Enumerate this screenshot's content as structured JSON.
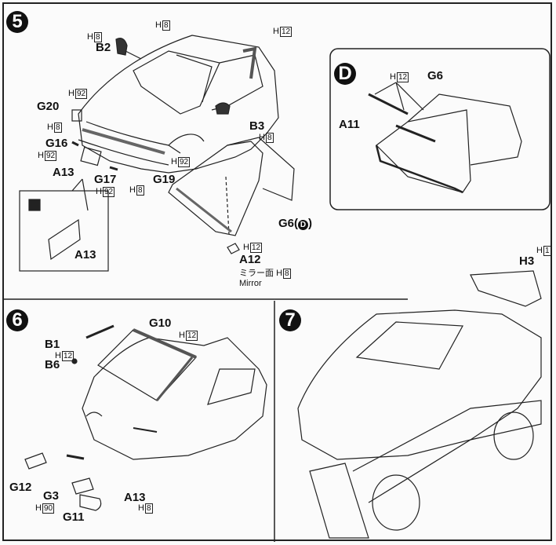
{
  "step5": {
    "number": "5",
    "parts": {
      "b2": "B2",
      "g20": "G20",
      "g16": "G16",
      "a13": "A13",
      "g17": "G17",
      "g19": "G19",
      "b3": "B3",
      "g6": "G6",
      "g6_ref": "D",
      "a12": "A12",
      "a13_detail": "A13"
    },
    "paint_prefix": "H",
    "paints": {
      "roof": "8",
      "b2": "8",
      "pillar": "12",
      "g20": "92",
      "grille": "8",
      "g16": "92",
      "g17": "92",
      "bumper": "8",
      "g19": "92",
      "b3": "8",
      "a12": "12",
      "mirror_face": "8"
    },
    "mirror_face_jp": "ミラー面",
    "mirror_en": "Mirror"
  },
  "detail_d": {
    "letter": "D",
    "parts": {
      "g6": "G6",
      "a11": "A11"
    },
    "paint_prefix": "H",
    "paints": {
      "a11": "12"
    }
  },
  "step6": {
    "number": "6",
    "parts": {
      "g10": "G10",
      "b1": "B1",
      "b6": "B6",
      "g12": "G12",
      "g3": "G3",
      "g11": "G11",
      "a13": "A13"
    },
    "paint_prefix": "H",
    "paints": {
      "b1": "12",
      "glass": "12",
      "g3": "90",
      "a13": "8"
    }
  },
  "step7": {
    "number": "7",
    "parts": {
      "h3": "H3"
    },
    "paint_prefix": "H",
    "paints": {
      "h3": "1"
    }
  }
}
